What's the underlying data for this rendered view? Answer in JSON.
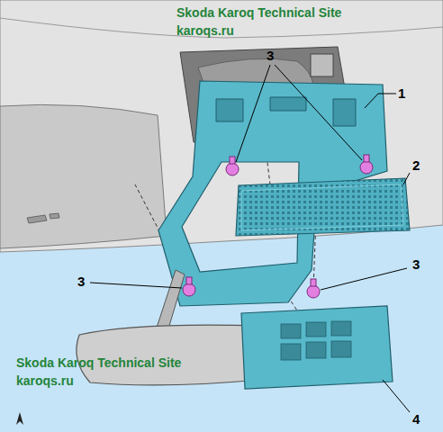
{
  "diagram": {
    "labels": [
      "Skoda Karoq Technical Site",
      "karoqs.ru",
      "3",
      "1",
      "2",
      "3",
      "3",
      "4",
      "Skoda Karoq Technical Site",
      "karoqs.ru"
    ]
  }
}
